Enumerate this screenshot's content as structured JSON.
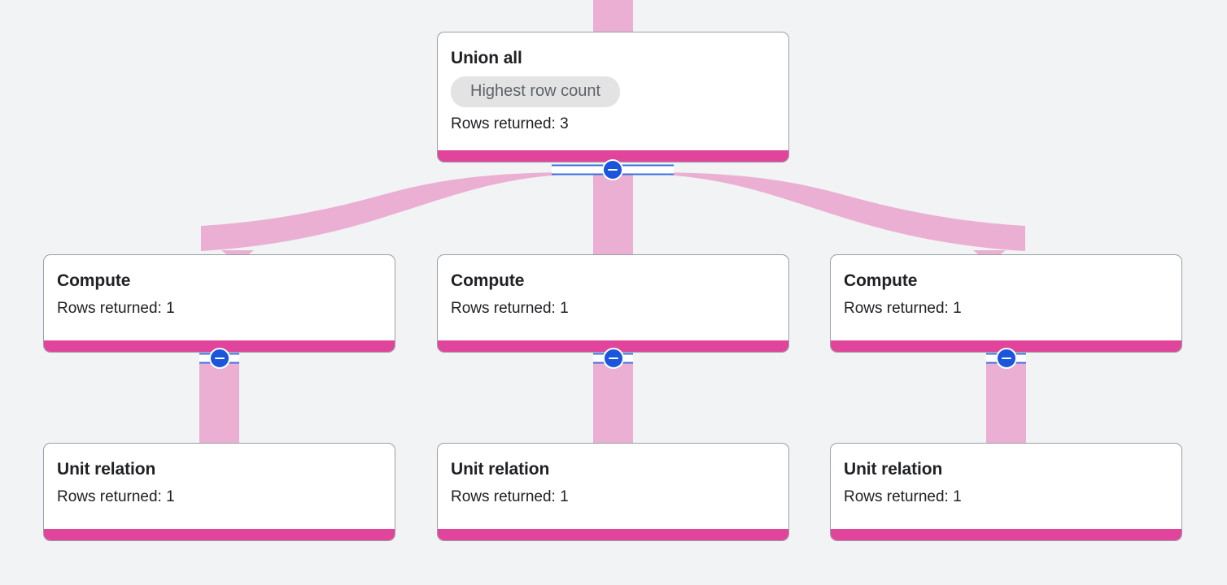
{
  "theme": {
    "background": "#f1f3f4",
    "card_background": "#ffffff",
    "card_border": "#9aa0a6",
    "accent_bar": "#e0459b",
    "ribbon": "#eaafd2",
    "chip_background": "#e3e3e3",
    "chip_text": "#5f6368",
    "title_text": "#202124",
    "toggle_blue": "#1a56db",
    "toggle_rail": "#3a6fe0"
  },
  "graph": {
    "type": "query-execution-plan",
    "orientation": "top-down",
    "nodes": [
      {
        "id": "union-all",
        "title": "Union all",
        "chip": "Highest row count",
        "rows_label": "Rows returned: 3",
        "rows_returned": 3,
        "toggle": "collapse-toggle-union-all",
        "toggle_state": "expanded"
      },
      {
        "id": "compute-1",
        "title": "Compute",
        "chip": null,
        "rows_label": "Rows returned: 1",
        "rows_returned": 1,
        "toggle": "collapse-toggle-compute-1",
        "toggle_state": "expanded"
      },
      {
        "id": "compute-2",
        "title": "Compute",
        "chip": null,
        "rows_label": "Rows returned: 1",
        "rows_returned": 1,
        "toggle": "collapse-toggle-compute-2",
        "toggle_state": "expanded"
      },
      {
        "id": "compute-3",
        "title": "Compute",
        "chip": null,
        "rows_label": "Rows returned: 1",
        "rows_returned": 1,
        "toggle": "collapse-toggle-compute-3",
        "toggle_state": "expanded"
      },
      {
        "id": "unit-relation-1",
        "title": "Unit relation",
        "chip": null,
        "rows_label": "Rows returned: 1",
        "rows_returned": 1,
        "toggle": null,
        "toggle_state": null
      },
      {
        "id": "unit-relation-2",
        "title": "Unit relation",
        "chip": null,
        "rows_label": "Rows returned: 1",
        "rows_returned": 1,
        "toggle": null,
        "toggle_state": null
      },
      {
        "id": "unit-relation-3",
        "title": "Unit relation",
        "chip": null,
        "rows_label": "Rows returned: 1",
        "rows_returned": 1,
        "toggle": null,
        "toggle_state": null
      }
    ],
    "edges": [
      {
        "from": "parent-offscreen",
        "to": "union-all",
        "weight": 3
      },
      {
        "from": "union-all",
        "to": "compute-1",
        "weight": 1
      },
      {
        "from": "union-all",
        "to": "compute-2",
        "weight": 1
      },
      {
        "from": "union-all",
        "to": "compute-3",
        "weight": 1
      },
      {
        "from": "compute-1",
        "to": "unit-relation-1",
        "weight": 1
      },
      {
        "from": "compute-2",
        "to": "unit-relation-2",
        "weight": 1
      },
      {
        "from": "compute-3",
        "to": "unit-relation-3",
        "weight": 1
      }
    ]
  }
}
